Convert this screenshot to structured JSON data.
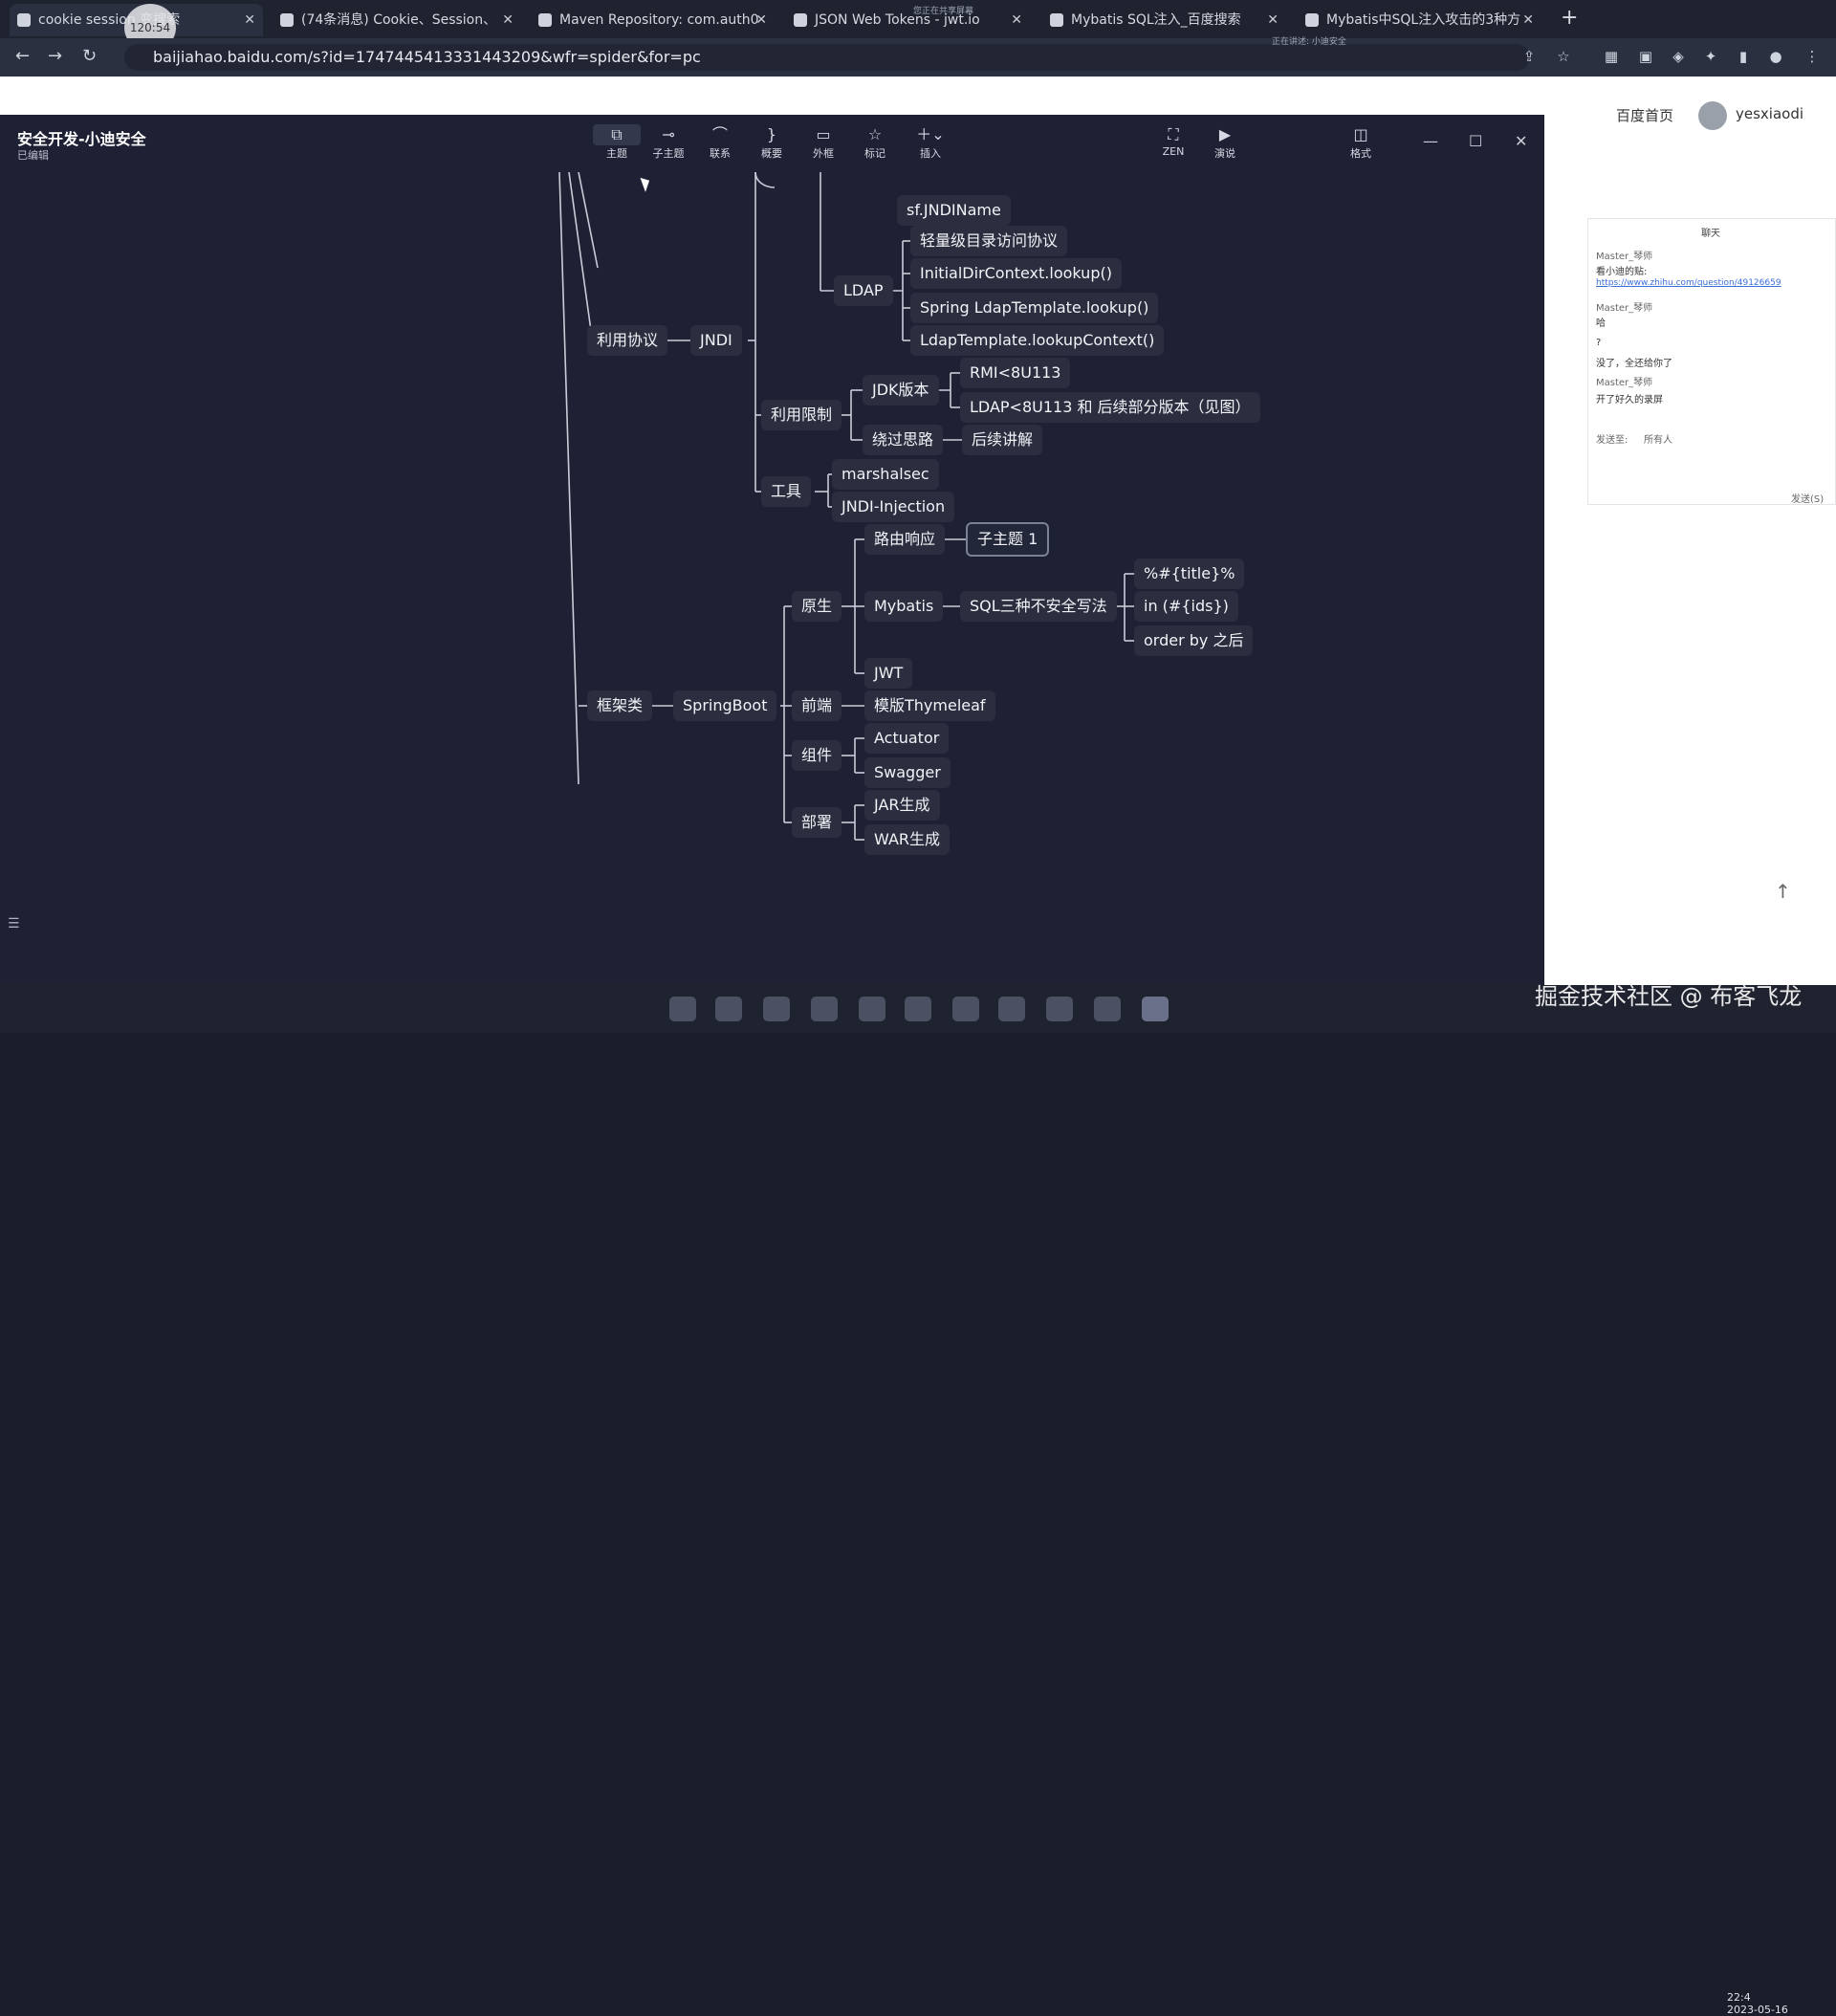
{
  "browser": {
    "tabs": [
      {
        "label": "cookie session 变搜索"
      },
      {
        "label": "(74条消息) Cookie、Session、"
      },
      {
        "label": "Maven Repository: com.auth0"
      },
      {
        "label": "JSON Web Tokens - jwt.io"
      },
      {
        "label": "Mybatis SQL注入_百度搜索"
      },
      {
        "label": "Mybatis中SQL注入攻击的3种方"
      }
    ],
    "record_time": "120:54",
    "share_notice_top": "您正在共享屏幕",
    "share_notice_right": "正在讲述: 小迪安全",
    "url": "baijiahao.baidu.com/s?id=1747445413331443209&wfr=spider&for=pc",
    "page": {
      "home_link": "百度首页",
      "username": "yesxiaodi"
    }
  },
  "chat": {
    "title": "聊天",
    "messages": [
      {
        "user": "Master_琴师",
        "text": "看小迪的贴:"
      },
      {
        "user": "",
        "text": "https://www.zhihu.com/question/49126659"
      },
      {
        "user": "Master_琴师",
        "text": "哈"
      },
      {
        "user": "",
        "text": "?"
      },
      {
        "user": "",
        "text": "没了，全还给你了"
      },
      {
        "user": "Master_琴师",
        "text": "开了好久的录屏"
      }
    ],
    "send_to_label": "发送至:",
    "send_to_value": "所有人",
    "send_button": "发送(S)"
  },
  "app": {
    "title": "安全开发-小迪安全",
    "subtitle": "已编辑",
    "toolbar": [
      {
        "icon": "topic-icon",
        "label": "主题"
      },
      {
        "icon": "subtopic-icon",
        "label": "子主题"
      },
      {
        "icon": "relation-icon",
        "label": "联系"
      },
      {
        "icon": "summary-icon",
        "label": "概要"
      },
      {
        "icon": "boundary-icon",
        "label": "外框"
      },
      {
        "icon": "marker-icon",
        "label": "标记"
      },
      {
        "icon": "insert-icon",
        "label": "插入"
      },
      {
        "icon": "zen-icon",
        "label": "ZEN"
      },
      {
        "icon": "present-icon",
        "label": "演说"
      },
      {
        "icon": "format-icon",
        "label": "格式"
      }
    ]
  },
  "mindmap": {
    "nodes": {
      "jndiname": "sf.JNDIName",
      "light_proto": "轻量级目录访问协议",
      "initial_ctx": "InitialDirContext.lookup()",
      "spring_ldap": "Spring LdapTemplate.lookup()",
      "ldap_ctx": "LdapTemplate.lookupContext()",
      "ldap": "LDAP",
      "use_proto": "利用协议",
      "jndi": "JNDI",
      "rmi": "RMI<8U113",
      "ldap_ver": "LDAP<8U113 和 后续部分版本（见图）",
      "jdk_ver": "JDK版本",
      "use_limit": "利用限制",
      "bypass": "绕过思路",
      "later": "后续讲解",
      "marshalsec": "marshalsec",
      "tools": "工具",
      "jndi_inj": "JNDI-Injection",
      "route": "路由响应",
      "subtopic1": "子主题 1",
      "title_expr": "%#{title}%",
      "in_ids": "in (#{ids})",
      "order_by": "order by 之后",
      "unsafe_sql": "SQL三种不安全写法",
      "mybatis": "Mybatis",
      "native": "原生",
      "jwt": "JWT",
      "frameworks": "框架类",
      "springboot": "SpringBoot",
      "frontend": "前端",
      "thymeleaf": "模版Thymeleaf",
      "components": "组件",
      "actuator": "Actuator",
      "swagger": "Swagger",
      "deploy": "部署",
      "jar": "JAR生成",
      "war": "WAR生成"
    }
  },
  "watermark": "掘金技术社区 @ 布客飞龙",
  "clock": {
    "time": "22:4",
    "date": "2023-05-16"
  }
}
